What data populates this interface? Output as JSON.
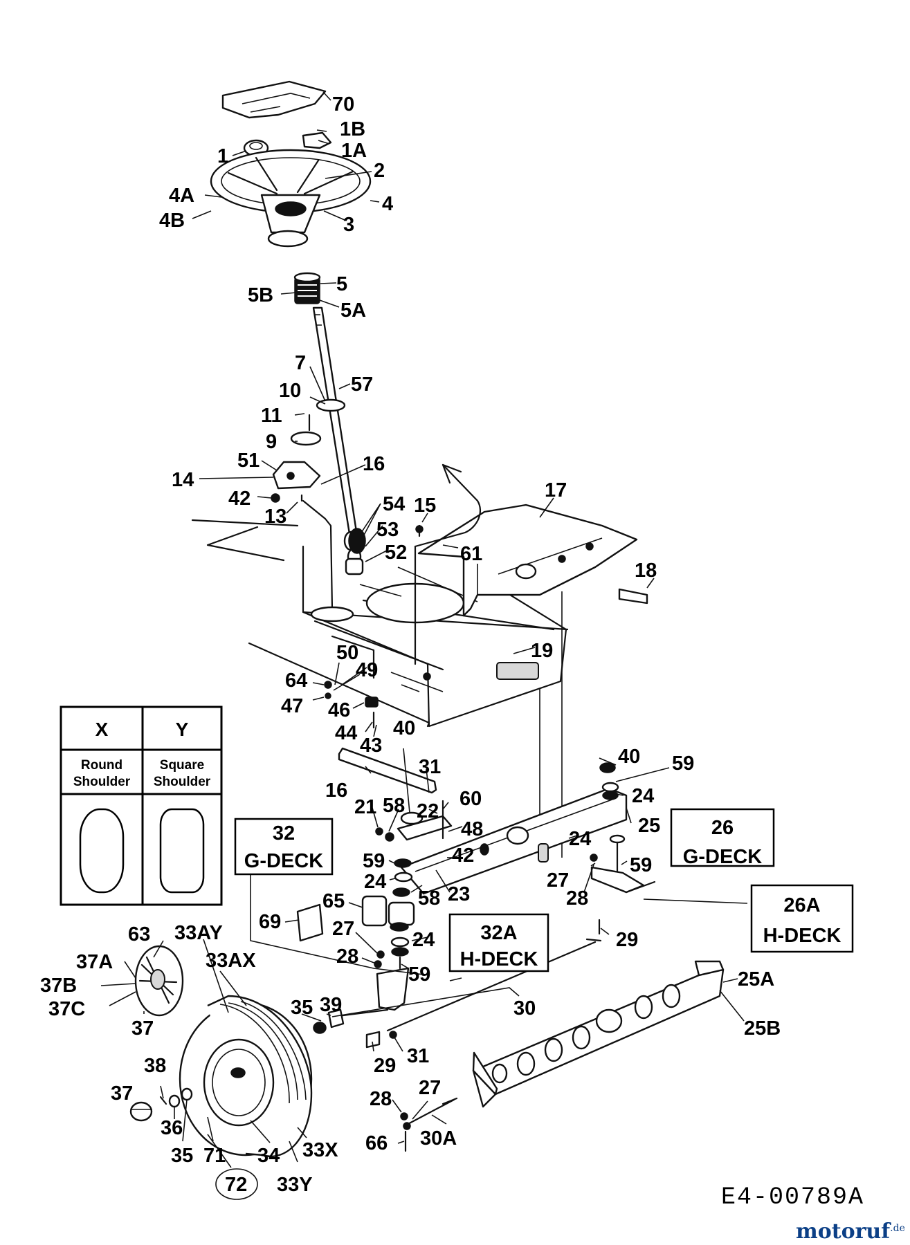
{
  "callouts": [
    {
      "id": "70",
      "text": "70"
    },
    {
      "id": "1B",
      "text": "1B"
    },
    {
      "id": "1",
      "text": "1"
    },
    {
      "id": "1A",
      "text": "1A"
    },
    {
      "id": "2",
      "text": "2"
    },
    {
      "id": "4A",
      "text": "4A"
    },
    {
      "id": "4",
      "text": "4"
    },
    {
      "id": "4B",
      "text": "4B"
    },
    {
      "id": "3",
      "text": "3"
    },
    {
      "id": "5",
      "text": "5"
    },
    {
      "id": "5B",
      "text": "5B"
    },
    {
      "id": "5A",
      "text": "5A"
    },
    {
      "id": "7",
      "text": "7"
    },
    {
      "id": "57",
      "text": "57"
    },
    {
      "id": "10",
      "text": "10"
    },
    {
      "id": "11",
      "text": "11"
    },
    {
      "id": "9",
      "text": "9"
    },
    {
      "id": "51",
      "text": "51"
    },
    {
      "id": "16a",
      "text": "16"
    },
    {
      "id": "14",
      "text": "14"
    },
    {
      "id": "42a",
      "text": "42"
    },
    {
      "id": "54",
      "text": "54"
    },
    {
      "id": "15",
      "text": "15"
    },
    {
      "id": "17",
      "text": "17"
    },
    {
      "id": "13",
      "text": "13"
    },
    {
      "id": "53",
      "text": "53"
    },
    {
      "id": "52",
      "text": "52"
    },
    {
      "id": "61",
      "text": "61"
    },
    {
      "id": "18",
      "text": "18"
    },
    {
      "id": "19",
      "text": "19"
    },
    {
      "id": "50",
      "text": "50"
    },
    {
      "id": "49",
      "text": "49"
    },
    {
      "id": "64",
      "text": "64"
    },
    {
      "id": "47",
      "text": "47"
    },
    {
      "id": "46",
      "text": "46"
    },
    {
      "id": "44",
      "text": "44"
    },
    {
      "id": "43",
      "text": "43"
    },
    {
      "id": "40a",
      "text": "40"
    },
    {
      "id": "31a",
      "text": "31"
    },
    {
      "id": "40b",
      "text": "40"
    },
    {
      "id": "59a",
      "text": "59"
    },
    {
      "id": "16b",
      "text": "16"
    },
    {
      "id": "24a",
      "text": "24"
    },
    {
      "id": "60",
      "text": "60"
    },
    {
      "id": "21",
      "text": "21"
    },
    {
      "id": "58a",
      "text": "58"
    },
    {
      "id": "22",
      "text": "22"
    },
    {
      "id": "25",
      "text": "25"
    },
    {
      "id": "48",
      "text": "48"
    },
    {
      "id": "24b",
      "text": "24"
    },
    {
      "id": "42b",
      "text": "42"
    },
    {
      "id": "59b",
      "text": "59"
    },
    {
      "id": "59c",
      "text": "59"
    },
    {
      "id": "27a",
      "text": "27"
    },
    {
      "id": "24c",
      "text": "24"
    },
    {
      "id": "58b",
      "text": "58"
    },
    {
      "id": "23",
      "text": "23"
    },
    {
      "id": "28a",
      "text": "28"
    },
    {
      "id": "65",
      "text": "65"
    },
    {
      "id": "69",
      "text": "69"
    },
    {
      "id": "27b",
      "text": "27"
    },
    {
      "id": "24d",
      "text": "24"
    },
    {
      "id": "29a",
      "text": "29"
    },
    {
      "id": "28b",
      "text": "28"
    },
    {
      "id": "59d",
      "text": "59"
    },
    {
      "id": "63",
      "text": "63"
    },
    {
      "id": "33AY",
      "text": "33AY"
    },
    {
      "id": "33AX",
      "text": "33AX"
    },
    {
      "id": "37A",
      "text": "37A"
    },
    {
      "id": "37B",
      "text": "37B"
    },
    {
      "id": "37C",
      "text": "37C"
    },
    {
      "id": "25A",
      "text": "25A"
    },
    {
      "id": "30",
      "text": "30"
    },
    {
      "id": "35a",
      "text": "35"
    },
    {
      "id": "39",
      "text": "39"
    },
    {
      "id": "37a",
      "text": "37"
    },
    {
      "id": "25B",
      "text": "25B"
    },
    {
      "id": "29b",
      "text": "29"
    },
    {
      "id": "31b",
      "text": "31"
    },
    {
      "id": "38",
      "text": "38"
    },
    {
      "id": "37b",
      "text": "37"
    },
    {
      "id": "28c",
      "text": "28"
    },
    {
      "id": "27c",
      "text": "27"
    },
    {
      "id": "36",
      "text": "36"
    },
    {
      "id": "66",
      "text": "66"
    },
    {
      "id": "30A",
      "text": "30A"
    },
    {
      "id": "35b",
      "text": "35"
    },
    {
      "id": "71",
      "text": "71"
    },
    {
      "id": "34",
      "text": "34"
    },
    {
      "id": "33X",
      "text": "33X"
    },
    {
      "id": "72",
      "text": "72"
    },
    {
      "id": "33Y",
      "text": "33Y"
    }
  ],
  "deck_boxes": {
    "box_32": {
      "num": "32",
      "deck": "G-DECK"
    },
    "box_26": {
      "num": "26",
      "deck": "G-DECK"
    },
    "box_32A": {
      "num": "32A",
      "deck": "H-DECK"
    },
    "box_26A": {
      "num": "26A",
      "deck": "H-DECK"
    }
  },
  "shoulder_table": {
    "col_x": {
      "head": "X",
      "label_line1": "Round",
      "label_line2": "Shoulder"
    },
    "col_y": {
      "head": "Y",
      "label_line1": "Square",
      "label_line2": "Shoulder"
    }
  },
  "drawing_code": "E4-00789A",
  "watermark": {
    "brand": "motoruf",
    "suffix": ".de",
    "color": "#0b3f86"
  }
}
